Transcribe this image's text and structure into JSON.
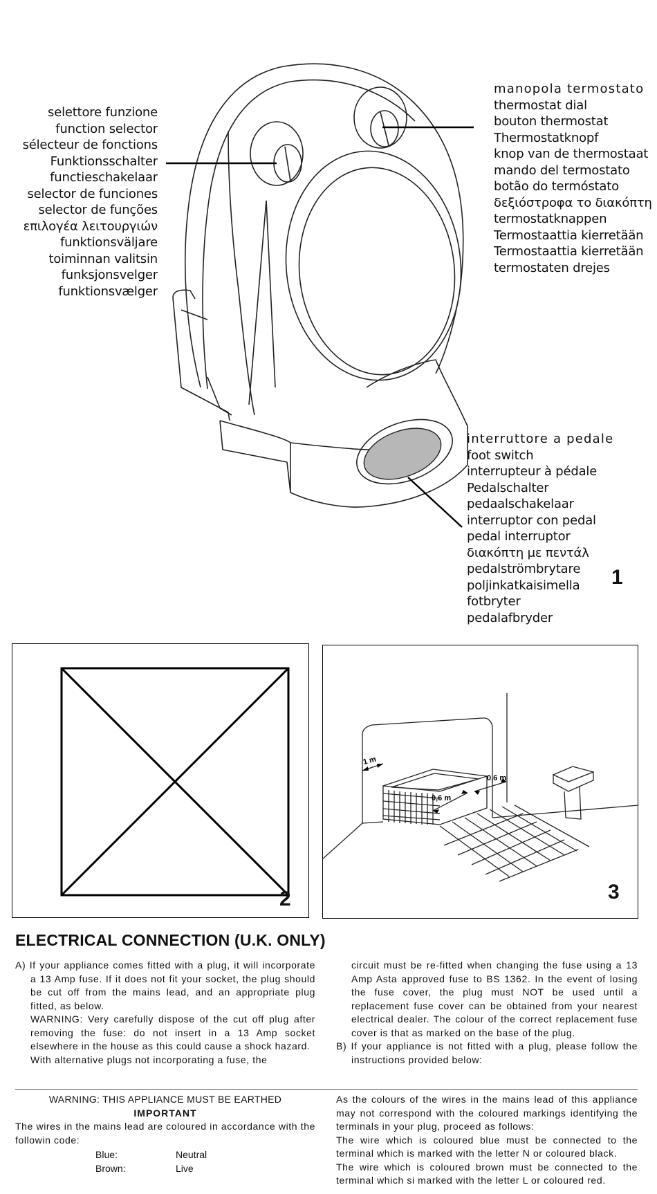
{
  "figure1": {
    "function_selector_labels": [
      "selettore funzione",
      "function selector",
      "sélecteur de fonctions",
      "Funktionsschalter",
      "functieschakelaar",
      "selector de funciones",
      "selector de funções",
      "επιλογέα λειτουργιών",
      "funktionsväljare",
      "toiminnan valitsin",
      "funksjonsvelger",
      "funktionsvælger"
    ],
    "thermostat_labels": [
      "manopola termostato",
      "thermostat dial",
      "bouton thermostat",
      "Thermostatknopf",
      "knop van de thermostaat",
      "mando del termostato",
      "botão do termóstato",
      "δεξιόστροφα το διακόπτη",
      "termostatknappen",
      "Termostaattia kierretään",
      "Termostaattia kierretään",
      "termostaten drejes"
    ],
    "foot_switch_labels": [
      "interruttore a pedale",
      "foot switch",
      "interrupteur à pédale",
      "Pedalschalter",
      "pedaalschakelaar",
      "interruptor con pedal",
      "pedal interruptor",
      "διακόπτη με πεντάλ",
      "pedalströmbrytare",
      "poljinkatkaisimella",
      "fotbryter",
      "pedalafbryder"
    ],
    "number": "1"
  },
  "figure2": {
    "number": "2"
  },
  "figure3": {
    "number": "3",
    "dim_1m": "1 m",
    "dim_06m_a": "0,6 m",
    "dim_06m_b": "0,6 m"
  },
  "section": {
    "title": "ELECTRICAL CONNECTION (U.K. ONLY)",
    "left_col": {
      "para_a": "A) If your appliance comes fitted with a plug, it will incorporate a 13 Amp fuse. If it does not fit your socket, the plug should be cut off from the mains lead, and an appropriate plug fitted, as below.",
      "warning": "WARNING: Very carefully dispose of the cut off plug after removing the fuse: do not insert in a 13 Amp socket elsewhere in the house as this could cause a shock hazard.",
      "alt_plugs": "With alternative plugs not incorporating a fuse, the"
    },
    "right_col": {
      "cont": "circuit must be re-fitted when changing the fuse using a 13 Amp Asta approved fuse to BS 1362. In the event of losing the fuse cover, the plug must NOT be used until a replacement fuse cover can be obtained from your nearest electrical dealer. The colour of the correct replacement fuse cover is that as marked on the base of the plug.",
      "para_b": "B) If your appliance is not fitted with a plug, please follow the instructions provided below:"
    },
    "bottom_left": {
      "warning_line": "WARNING: THIS APPLIANCE MUST BE EARTHED",
      "important": "IMPORTANT",
      "wires_text": "The wires in the mains lead are coloured in accordance with the followin code:",
      "wires": [
        {
          "colour": "Blue:",
          "meaning": "Neutral"
        },
        {
          "colour": "Brown:",
          "meaning": "Live"
        }
      ]
    },
    "bottom_right": {
      "intro": "As the colours of the wires in the mains lead of this appliance may not correspond with the coloured markings identifying the terminals in your plug, proceed as follows:",
      "blue_rule": "The wire which is coloured blue must be connected to the terminal which is marked with the letter N or coloured black.",
      "brown_rule": "The wire which is coloured brown must be connected to the terminal which si marked with the letter L or coloured red."
    }
  }
}
